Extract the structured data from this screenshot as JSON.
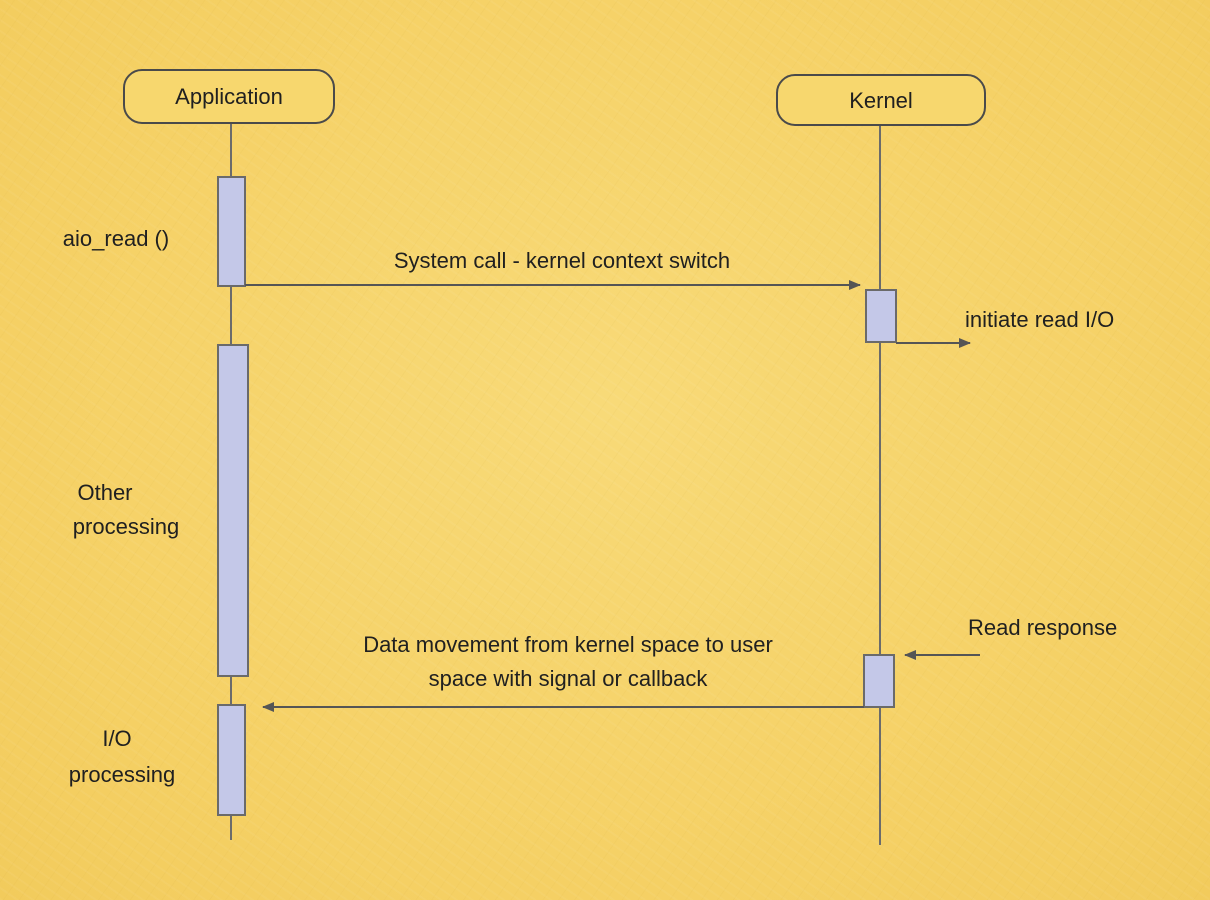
{
  "participants": {
    "application": "Application",
    "kernel": "Kernel"
  },
  "labels": {
    "aio_read": "aio_read ()",
    "other_processing_1": "Other",
    "other_processing_2": "processing",
    "io_processing_1": "I/O",
    "io_processing_2": "processing",
    "initiate_read": "initiate read I/O",
    "read_response": "Read response"
  },
  "messages": {
    "system_call": "System call - kernel context switch",
    "data_movement_1": "Data movement from kernel space to user",
    "data_movement_2": "space with signal or callback"
  },
  "colors": {
    "background": "#f6d46c",
    "activation_fill": "#c4c8e8",
    "line": "#555555"
  }
}
